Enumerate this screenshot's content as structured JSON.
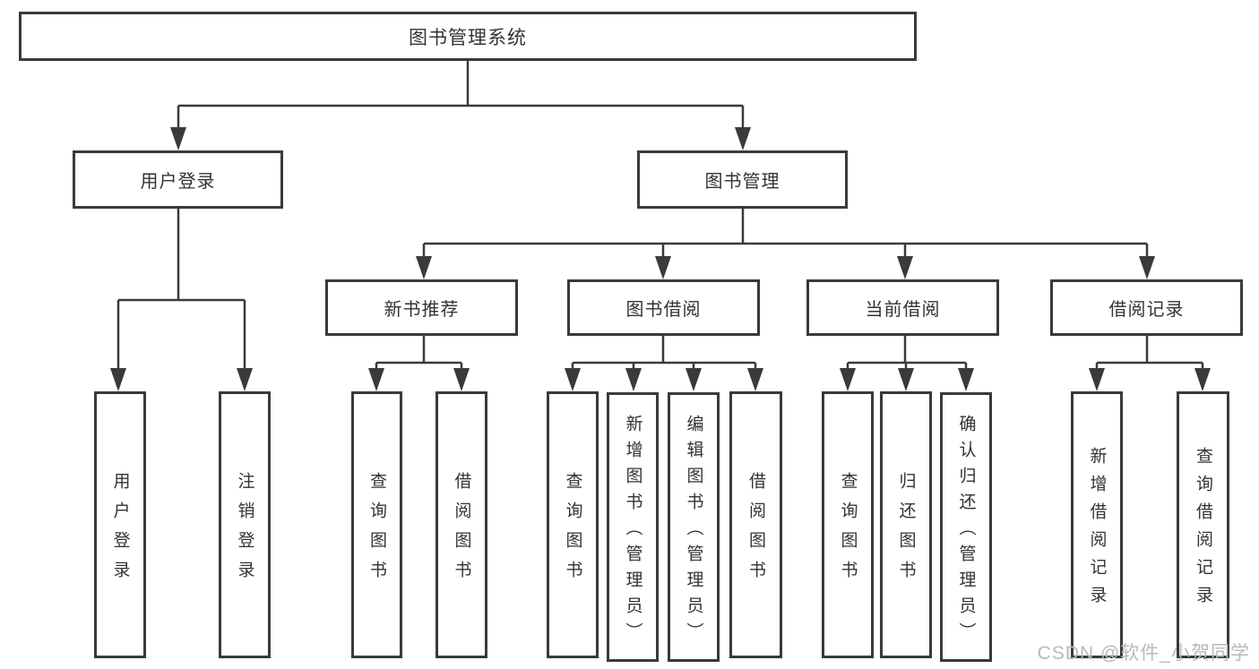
{
  "diagram": {
    "type": "tree-diagram",
    "title": "图书管理系统",
    "colors": {
      "line": "#3a3a3a",
      "box_border": "#3a3a3a",
      "text": "#333333",
      "background": "#ffffff",
      "watermark": "#b9b9b9"
    },
    "root": {
      "label": "图书管理系统"
    },
    "level2": [
      {
        "label": "用户登录"
      },
      {
        "label": "图书管理"
      }
    ],
    "level3": [
      {
        "label": "新书推荐"
      },
      {
        "label": "图书借阅"
      },
      {
        "label": "当前借阅"
      },
      {
        "label": "借阅记录"
      }
    ],
    "leaves": [
      {
        "label": "用户登录"
      },
      {
        "label": "注销登录"
      },
      {
        "label": "查询图书"
      },
      {
        "label": "借阅图书"
      },
      {
        "label": "查询图书"
      },
      {
        "label": "新增图书（管理员）"
      },
      {
        "label": "编辑图书（管理员）"
      },
      {
        "label": "借阅图书"
      },
      {
        "label": "查询图书"
      },
      {
        "label": "归还图书"
      },
      {
        "label": "确认归还（管理员）"
      },
      {
        "label": "新增借阅记录"
      },
      {
        "label": "查询借阅记录"
      }
    ],
    "hierarchy": {
      "图书管理系统": {
        "用户登录": [
          "用户登录",
          "注销登录"
        ],
        "图书管理": {
          "新书推荐": [
            "查询图书",
            "借阅图书"
          ],
          "图书借阅": [
            "查询图书",
            "新增图书（管理员）",
            "编辑图书（管理员）",
            "借阅图书"
          ],
          "当前借阅": [
            "查询图书",
            "归还图书",
            "确认归还（管理员）"
          ],
          "借阅记录": [
            "新增借阅记录",
            "查询借阅记录"
          ]
        }
      }
    },
    "watermark": "CSDN @软件_小贺同学"
  }
}
